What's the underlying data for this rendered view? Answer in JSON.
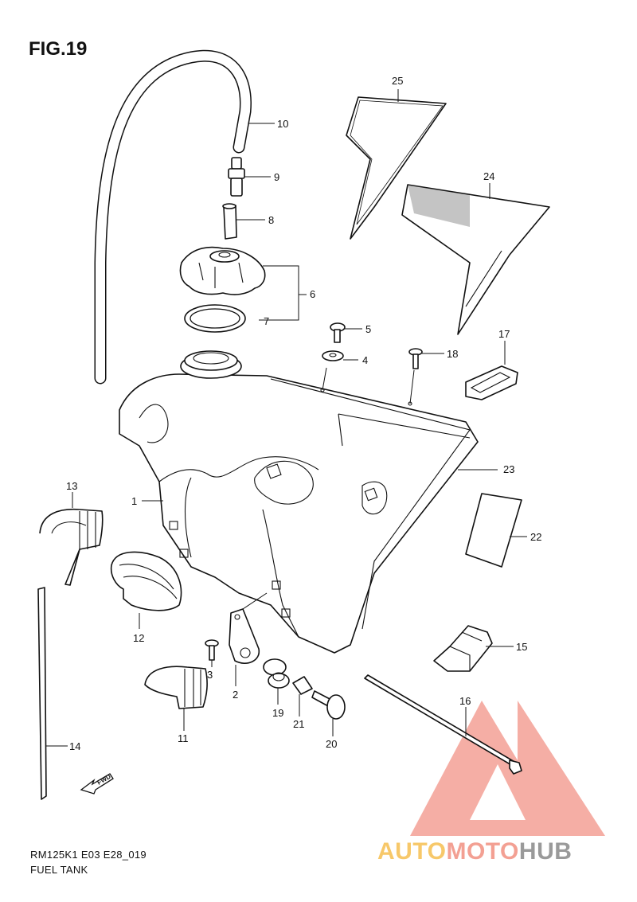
{
  "figure": {
    "title": "FIG.19",
    "model_code": "RM125K1 E03 E28_019",
    "name": "FUEL TANK"
  },
  "fwd_label": "FWD",
  "watermark": {
    "part1": "AUTO",
    "part2": "MOTO",
    "part3": "HUB"
  },
  "callouts": [
    {
      "id": "c1",
      "text": "1"
    },
    {
      "id": "c2",
      "text": "2"
    },
    {
      "id": "c3",
      "text": "3"
    },
    {
      "id": "c4",
      "text": "4"
    },
    {
      "id": "c5",
      "text": "5"
    },
    {
      "id": "c6",
      "text": "6"
    },
    {
      "id": "c7",
      "text": "7"
    },
    {
      "id": "c8",
      "text": "8"
    },
    {
      "id": "c9",
      "text": "9"
    },
    {
      "id": "c10",
      "text": "10"
    },
    {
      "id": "c11",
      "text": "11"
    },
    {
      "id": "c12",
      "text": "12"
    },
    {
      "id": "c13",
      "text": "13"
    },
    {
      "id": "c14",
      "text": "14"
    },
    {
      "id": "c15",
      "text": "15"
    },
    {
      "id": "c16",
      "text": "16"
    },
    {
      "id": "c17",
      "text": "17"
    },
    {
      "id": "c18",
      "text": "18"
    },
    {
      "id": "c19",
      "text": "19"
    },
    {
      "id": "c20",
      "text": "20"
    },
    {
      "id": "c21",
      "text": "21"
    },
    {
      "id": "c22",
      "text": "22"
    },
    {
      "id": "c23",
      "text": "23"
    },
    {
      "id": "c24",
      "text": "24"
    },
    {
      "id": "c25",
      "text": "25"
    }
  ]
}
